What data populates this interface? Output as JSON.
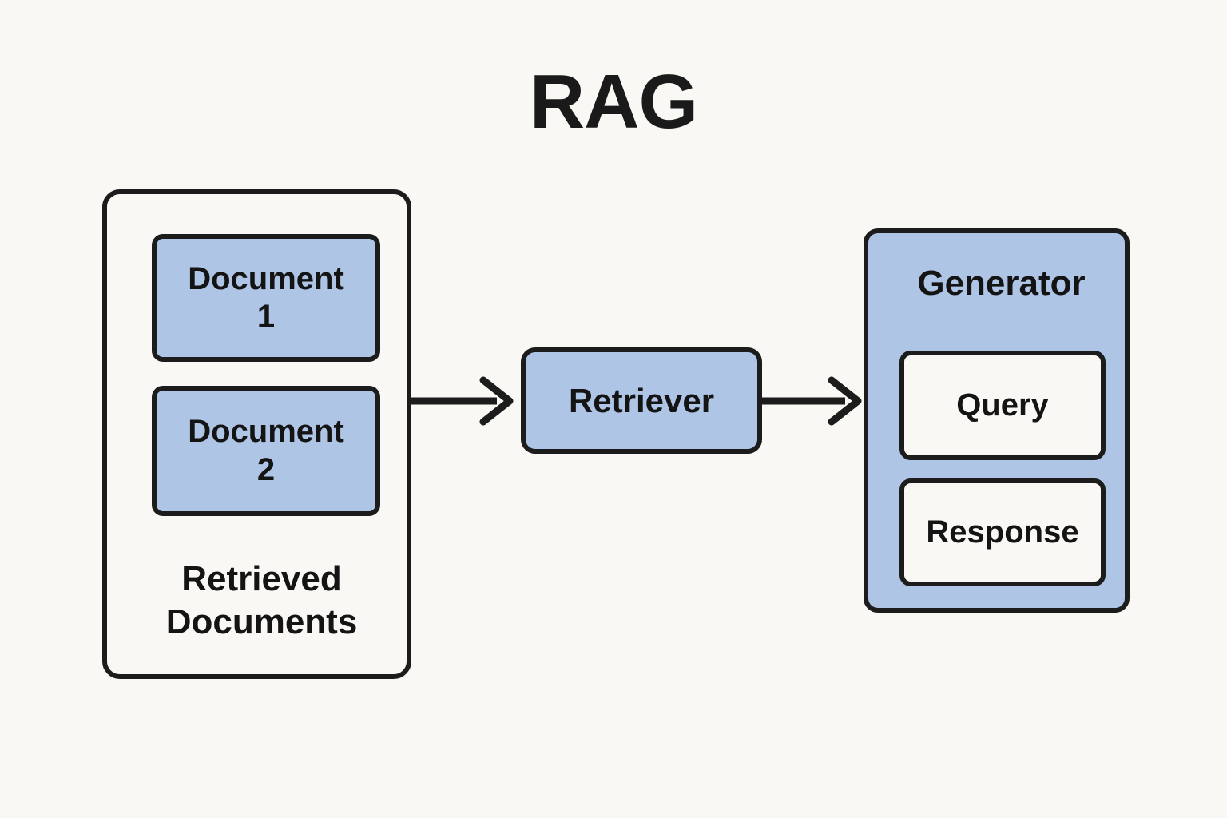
{
  "diagram": {
    "title": "RAG",
    "background_color": "#faf8f4",
    "accent_color": "#aec5e6",
    "stroke_color": "#1c1c1c",
    "text_color": "#141414",
    "retrieved_documents": {
      "caption": "Retrieved\nDocuments",
      "caption_line1": "Retrieved",
      "caption_line2": "Documents",
      "documents": [
        {
          "label": "Document\n1",
          "line1": "Document",
          "line2": "1"
        },
        {
          "label": "Document\n2",
          "line1": "Document",
          "line2": "2"
        }
      ]
    },
    "retriever": {
      "label": "Retriever"
    },
    "generator": {
      "label": "Generator",
      "items": [
        {
          "label": "Query"
        },
        {
          "label": "Response"
        }
      ]
    },
    "arrows": [
      {
        "name": "documents-to-retriever",
        "from": "Retrieved Documents",
        "to": "Retriever"
      },
      {
        "name": "retriever-to-generator",
        "from": "Retriever",
        "to": "Generator"
      }
    ]
  }
}
